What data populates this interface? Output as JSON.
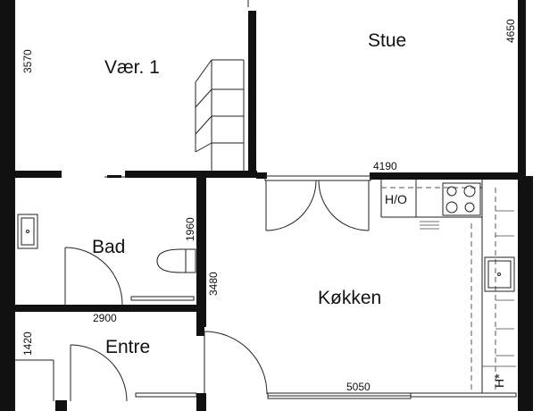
{
  "rooms": {
    "vaer1": "Vær. 1",
    "stue": "Stue",
    "bad": "Bad",
    "entre": "Entre",
    "kokken": "Køkken"
  },
  "dimensions": {
    "d3570": "3570",
    "d4650": "4650",
    "d4190": "4190",
    "d1960": "1960",
    "d3480": "3480",
    "d2900": "2900",
    "d1420": "1420",
    "d5050": "5050"
  },
  "symbols": {
    "ho": "H/O",
    "h_star": "H*"
  }
}
